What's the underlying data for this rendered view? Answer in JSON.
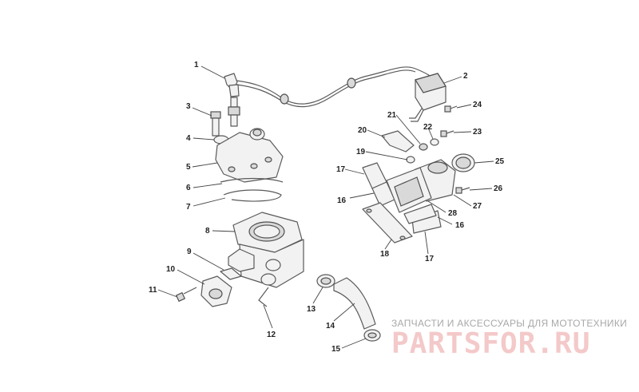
{
  "callouts": {
    "c1": "1",
    "c2": "2",
    "c3": "3",
    "c4": "4",
    "c5": "5",
    "c6": "6",
    "c7": "7",
    "c8": "8",
    "c9": "9",
    "c10": "10",
    "c11": "11",
    "c12": "12",
    "c13": "13",
    "c14": "14",
    "c15": "15",
    "c16a": "16",
    "c16b": "16",
    "c17a": "17",
    "c17b": "17",
    "c18": "18",
    "c19": "19",
    "c20": "20",
    "c21": "21",
    "c22": "22",
    "c23": "23",
    "c24": "24",
    "c25": "25",
    "c26": "26",
    "c27": "27",
    "c28": "28"
  },
  "watermark": {
    "tagline": "ЗАПЧАСТИ И АКСЕССУАРЫ ДЛЯ МОТОТЕХНИКИ",
    "logo": "PARTSFOR.RU"
  }
}
